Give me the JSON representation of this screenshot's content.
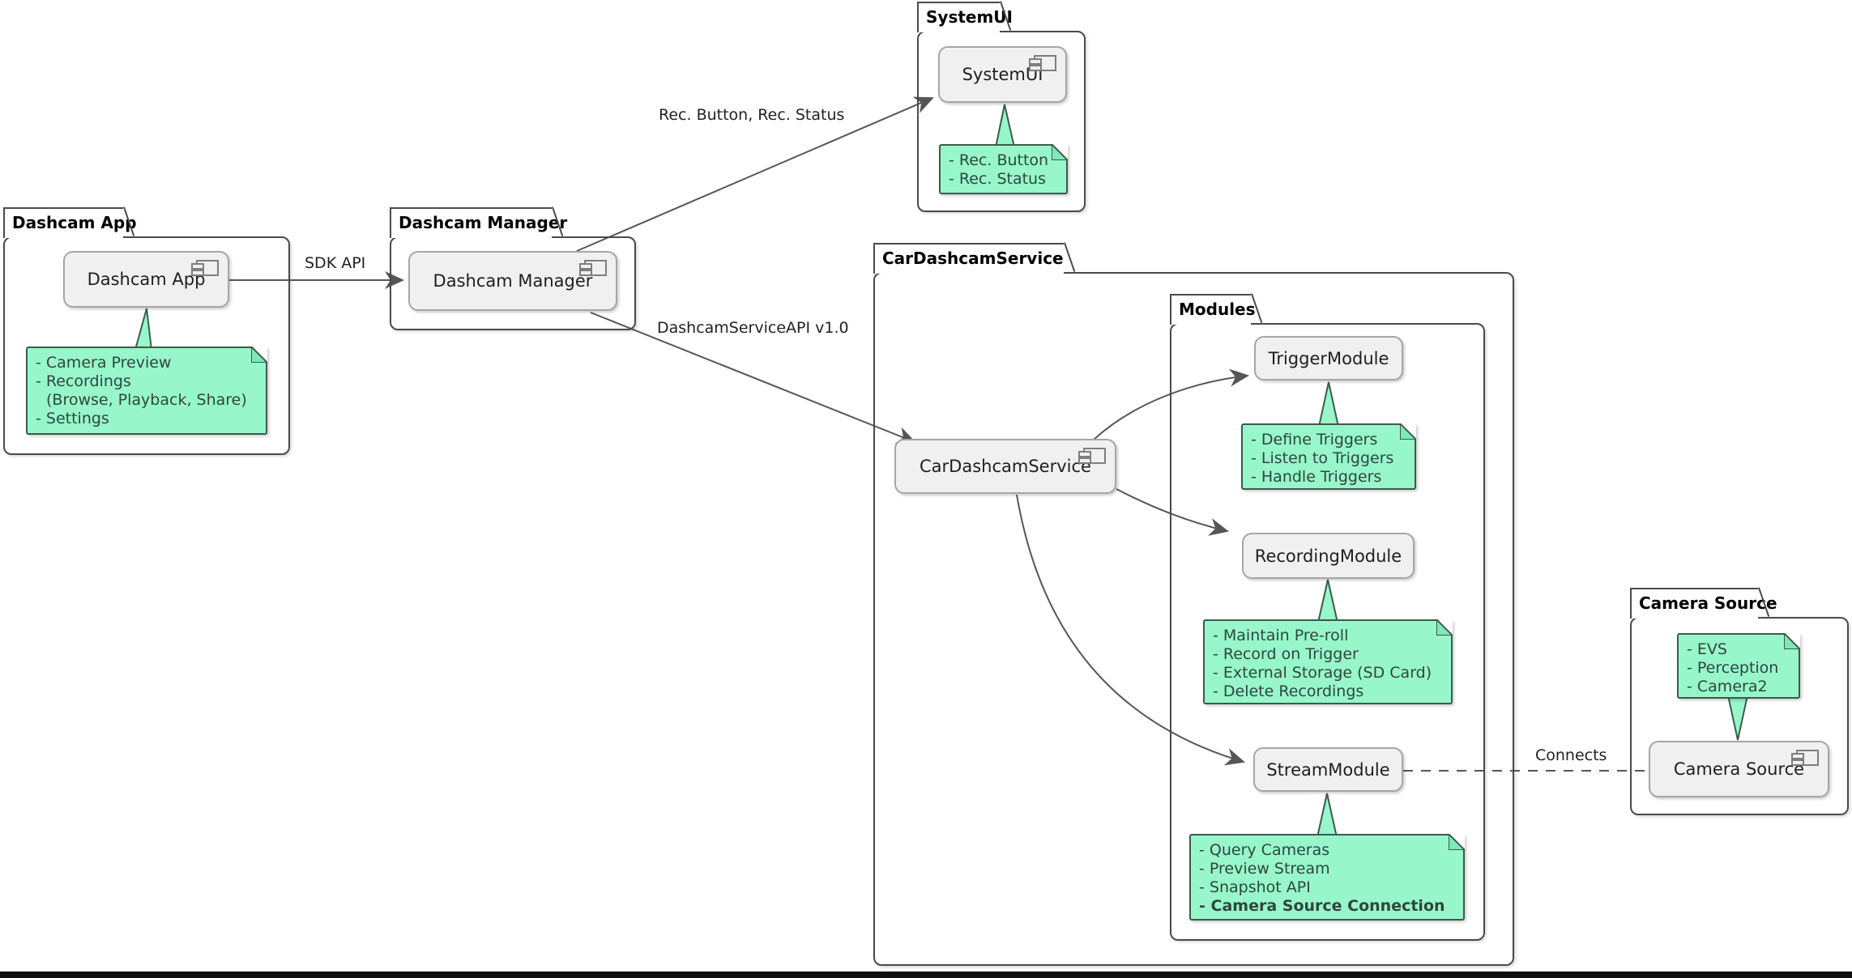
{
  "diagram_type": "UML component diagram",
  "colors": {
    "background": "#FFFFFF",
    "note_fill": "#97F7CB",
    "note_border": "#3C5B4C",
    "note_text": "#2F463C",
    "component_fill": "#F0F0F0",
    "component_border": "#A6A6A6",
    "package_border": "#4A4A4A",
    "connector": "#565656",
    "bottom_bar": "#0F0F0F"
  },
  "packages": {
    "dashcam_app": {
      "title": "Dashcam App"
    },
    "dashcam_manager": {
      "title": "Dashcam Manager"
    },
    "systemui": {
      "title": "SystemUI"
    },
    "car_dashcam_service": {
      "title": "CarDashcamService"
    },
    "modules": {
      "title": "Modules"
    },
    "camera_source": {
      "title": "Camera Source"
    }
  },
  "components": {
    "dashcam_app": {
      "label": "Dashcam App"
    },
    "dashcam_manager": {
      "label": "Dashcam Manager"
    },
    "systemui": {
      "label": "SystemUI"
    },
    "car_dashcam_service": {
      "label": "CarDashcamService"
    },
    "trigger_module": {
      "label": "TriggerModule"
    },
    "recording_module": {
      "label": "RecordingModule"
    },
    "stream_module": {
      "label": "StreamModule"
    },
    "camera_source": {
      "label": "Camera Source"
    }
  },
  "notes": {
    "dashcam_app": {
      "lines": [
        "- Camera Preview",
        "- Recordings",
        "(Browse, Playback, Share)",
        "- Settings"
      ]
    },
    "systemui": {
      "lines": [
        "- Rec. Button",
        "- Rec. Status"
      ]
    },
    "trigger_module": {
      "lines": [
        "- Define Triggers",
        "- Listen to Triggers",
        "- Handle Triggers"
      ]
    },
    "recording_module": {
      "lines": [
        "- Maintain Pre-roll",
        "- Record on Trigger",
        "- External Storage (SD Card)",
        "- Delete Recordings"
      ]
    },
    "stream_module": {
      "lines": [
        "- Query Cameras",
        "- Preview Stream",
        "- Snapshot API",
        "- Camera Source Connection"
      ]
    },
    "camera_source": {
      "lines": [
        "- EVS",
        "- Perception",
        "- Camera2"
      ]
    }
  },
  "edges": {
    "sdk_api": {
      "label": "SDK API"
    },
    "rec_button_status": {
      "label": "Rec. Button, Rec. Status"
    },
    "dashcam_service_api": {
      "label": "DashcamServiceAPI v1.0"
    },
    "connects": {
      "label": "Connects"
    }
  }
}
